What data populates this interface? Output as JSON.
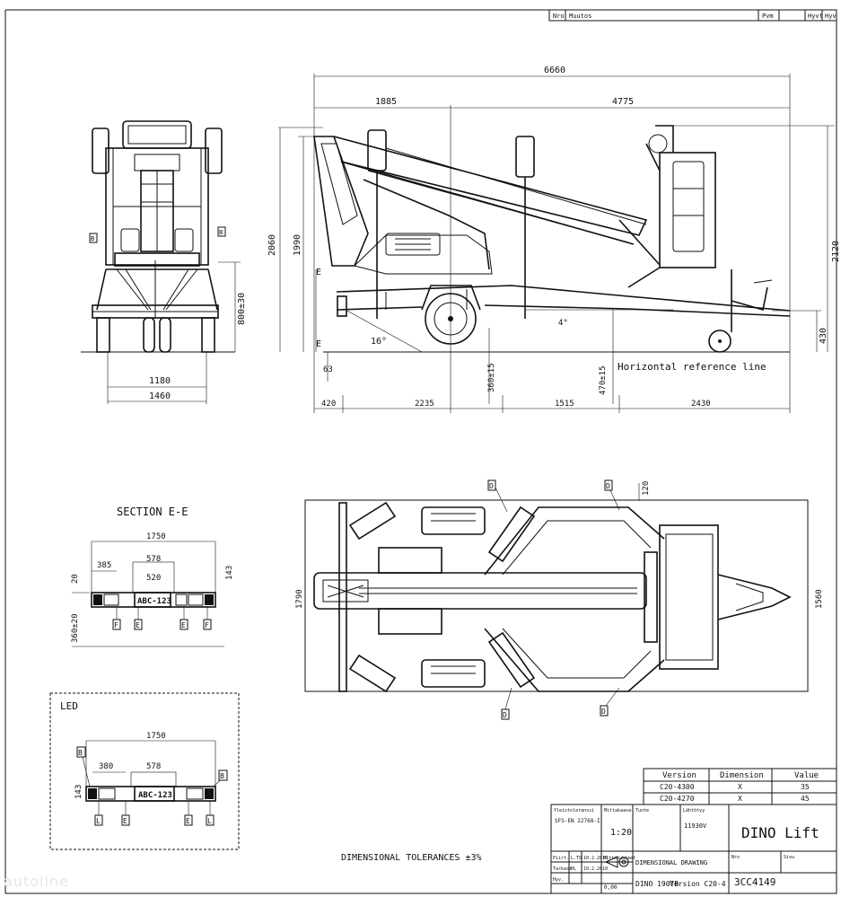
{
  "revision_header": {
    "col1": "Nro",
    "col2": "Muutos",
    "col3": "Pvm",
    "col4": "Hyvt",
    "col5": "Hyv"
  },
  "side_view": {
    "dims": {
      "overall_length": "6660",
      "front_section": "1885",
      "rear_section": "4775",
      "total_height": "2060",
      "height_1990": "1990",
      "height_2120": "2120",
      "hitch_height": "430",
      "angle_16": "16°",
      "dim_63": "63",
      "dim_360": "360±15",
      "dim_470": "470±15",
      "base_420": "420",
      "base_2235": "2235",
      "base_1515": "1515",
      "base_2430": "2430",
      "angle_4": "4°"
    },
    "reference_line_label": "Horizontal reference line",
    "section_marker": "E"
  },
  "rear_view": {
    "dims": {
      "height_800": "800±30",
      "width_1180": "1180",
      "width_1460": "1460"
    },
    "marker_b": "B"
  },
  "section_ee": {
    "title": "SECTION E-E",
    "dims": {
      "w1750": "1750",
      "w385": "385",
      "w578": "578",
      "w520": "520",
      "h20": "20",
      "h143": "143",
      "h360": "360±20"
    },
    "plate": "ABC-123",
    "markers": [
      "F",
      "E",
      "E",
      "F"
    ]
  },
  "led_view": {
    "title": "LED",
    "dims": {
      "w1750": "1750",
      "w380": "380",
      "w578": "578",
      "h143": "143"
    },
    "plate": "ABC-123",
    "markers": [
      "L",
      "E",
      "E",
      "L"
    ],
    "side_markers": [
      "B",
      "B"
    ]
  },
  "top_view": {
    "dims": {
      "w1790": "1790",
      "w1560": "1560",
      "w120": "120"
    },
    "markers": [
      "D",
      "D",
      "D",
      "D"
    ]
  },
  "version_table": {
    "headers": [
      "Version",
      "Dimension",
      "Value"
    ],
    "rows": [
      [
        "C20-4300",
        "X",
        "35"
      ],
      [
        "C20-4270",
        "X",
        "45"
      ]
    ]
  },
  "title_block": {
    "general_tolerance_label": "Yleistoleranssi",
    "general_tolerance_value": "SFS-EN 22768-I",
    "scale_label": "Mittakaava",
    "scale_value": "1:20",
    "material_label": "Tuote",
    "finish_label": "Lähtötyy",
    "finish_value": "11930V",
    "company": "DINO Lift",
    "row_pir_label": "Piirt.",
    "row_pir_name": "L.TO",
    "row_pir_date": "10.2.2010",
    "row_tark_label": "Tarkast.",
    "row_tark_name": "PL",
    "row_tark_date": "10.2.2010",
    "row_hyv_label": "Hyv.",
    "sheet_label": "Mittasuhteet",
    "sheet_value": "0,00",
    "drawing_type": "DIMENSIONAL DRAWING",
    "drawing_name": "DINO 190TB",
    "version_label": "Version C20-4",
    "drawing_number_label": "Nro",
    "drawing_number": "3CC4149",
    "page_label": "Sivu",
    "page_value": ""
  },
  "tolerances_note": "DIMENSIONAL TOLERANCES ±3%",
  "watermark": "autoline"
}
